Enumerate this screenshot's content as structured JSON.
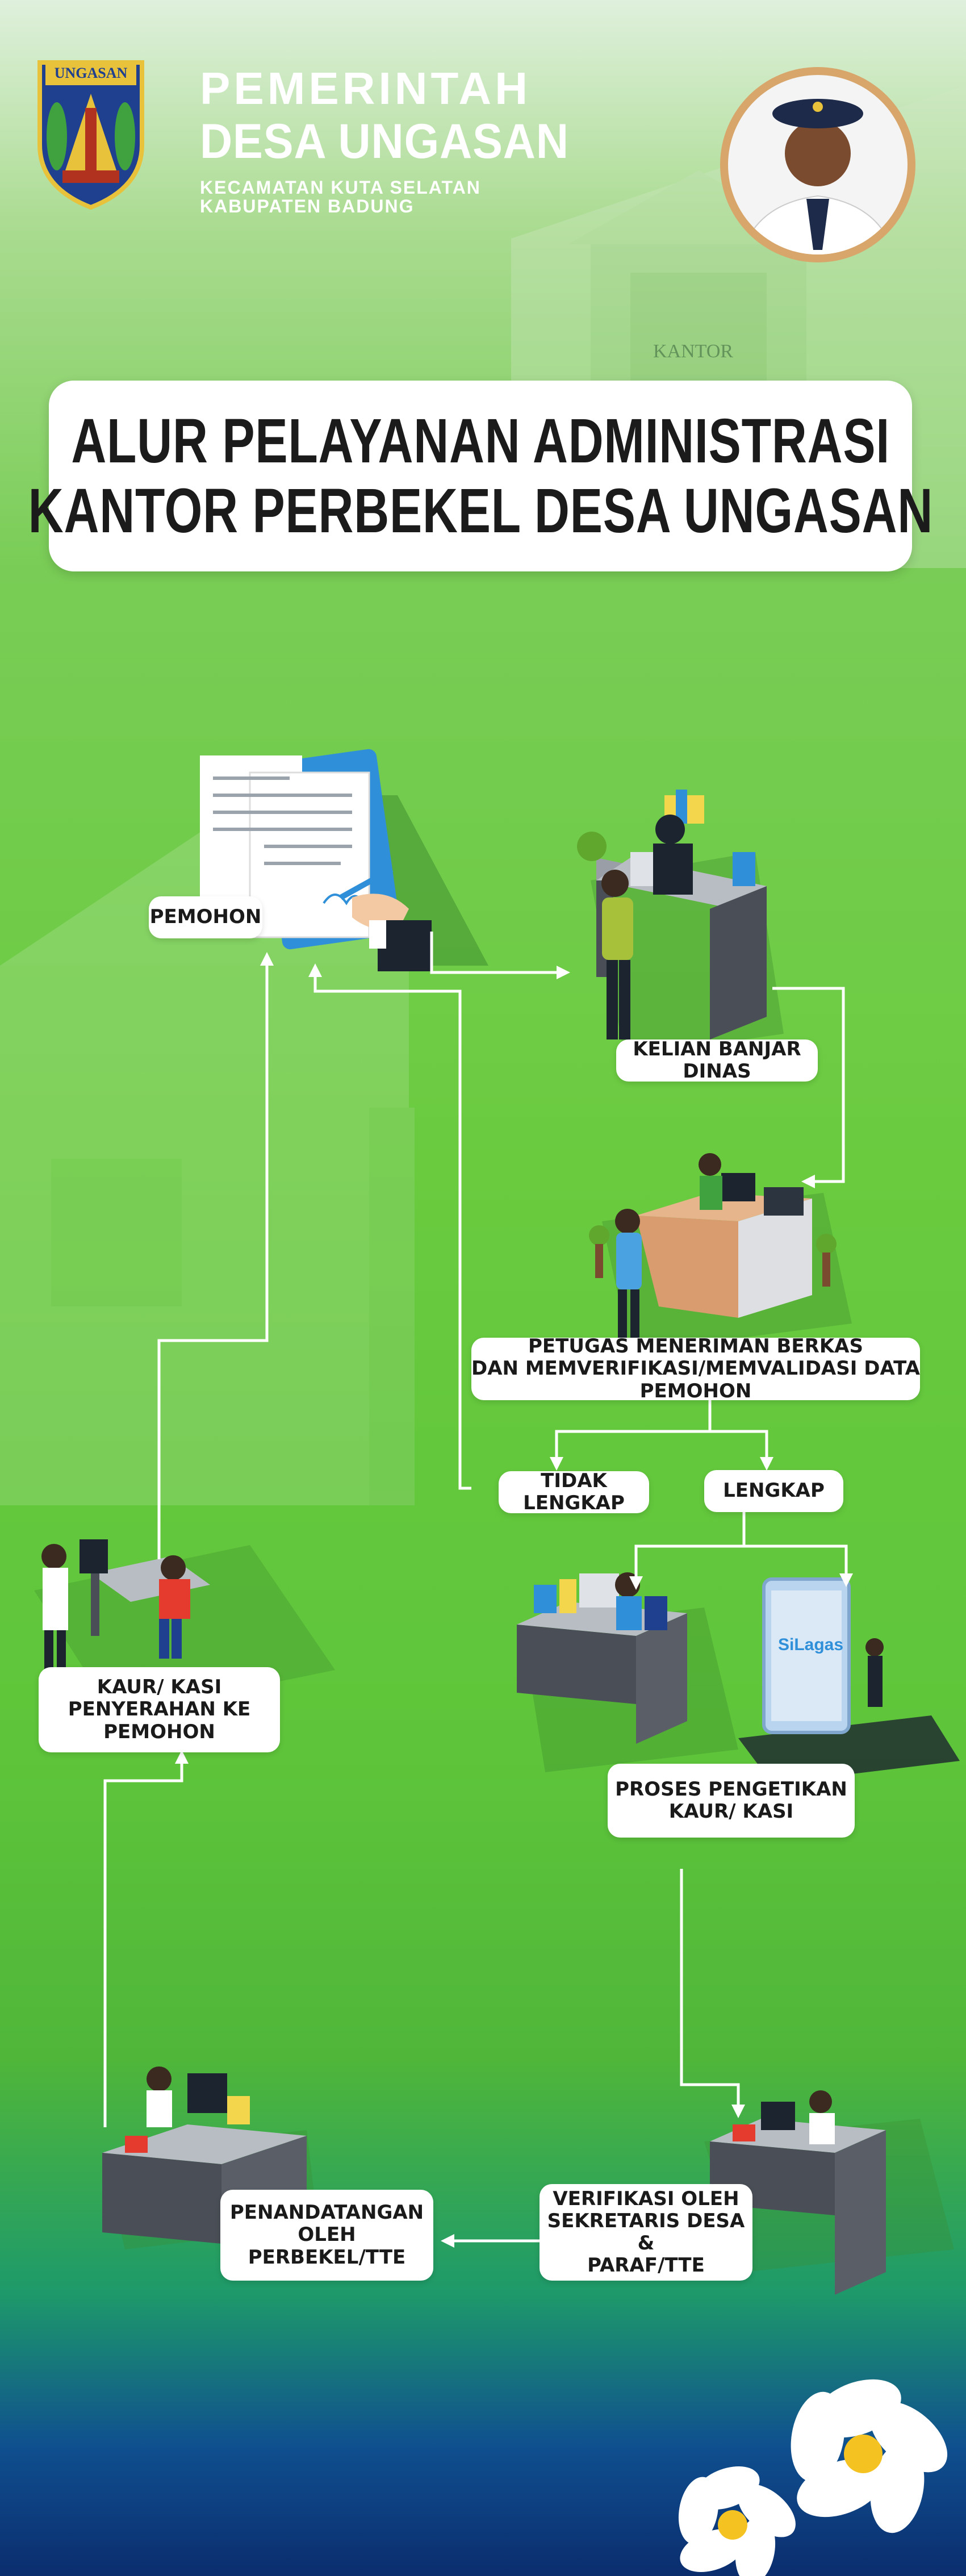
{
  "header": {
    "emblem_text": "UNGASAN",
    "org_line1": "PEMERINTAH",
    "org_line2": "DESA UNGASAN",
    "sub_line1": "KECAMATAN KUTA SELATAN",
    "sub_line2": "KABUPATEN BADUNG"
  },
  "building_sign": "KANTOR",
  "title": {
    "line1": "ALUR PELAYANAN ADMINISTRASI",
    "line2": "KANTOR PERBEKEL DESA UNGASAN"
  },
  "steps": {
    "pemohon": "PEMOHON",
    "kelian": "KELIAN BANJAR DINAS",
    "petugas": "PETUGAS MENERIMAN BERKAS\nDAN MEMVERIFIKASI/MEMVALIDASI DATA PEMOHON",
    "tidak_lengkap": "TIDAK LENGKAP",
    "lengkap": "LENGKAP",
    "pengetikan": "PROSES PENGETIKAN\nKAUR/ KASI",
    "verifikasi": "VERIFIKASI OLEH\nSEKRETARIS DESA &\nPARAF/TTE",
    "penandatangan": "PENANDATANGAN  OLEH\nPERBEKEL/TTE",
    "penyerahan": "KAUR/ KASI\nPENYERAHAN KE PEMOHON"
  },
  "tablet_text": "SiLagas",
  "colors": {
    "accent_blue": "#2f8fd8",
    "desk_dark": "#4a4f57",
    "counter": "#e6b58c",
    "flower": "#ffffff",
    "flower_center": "#f5c321"
  }
}
